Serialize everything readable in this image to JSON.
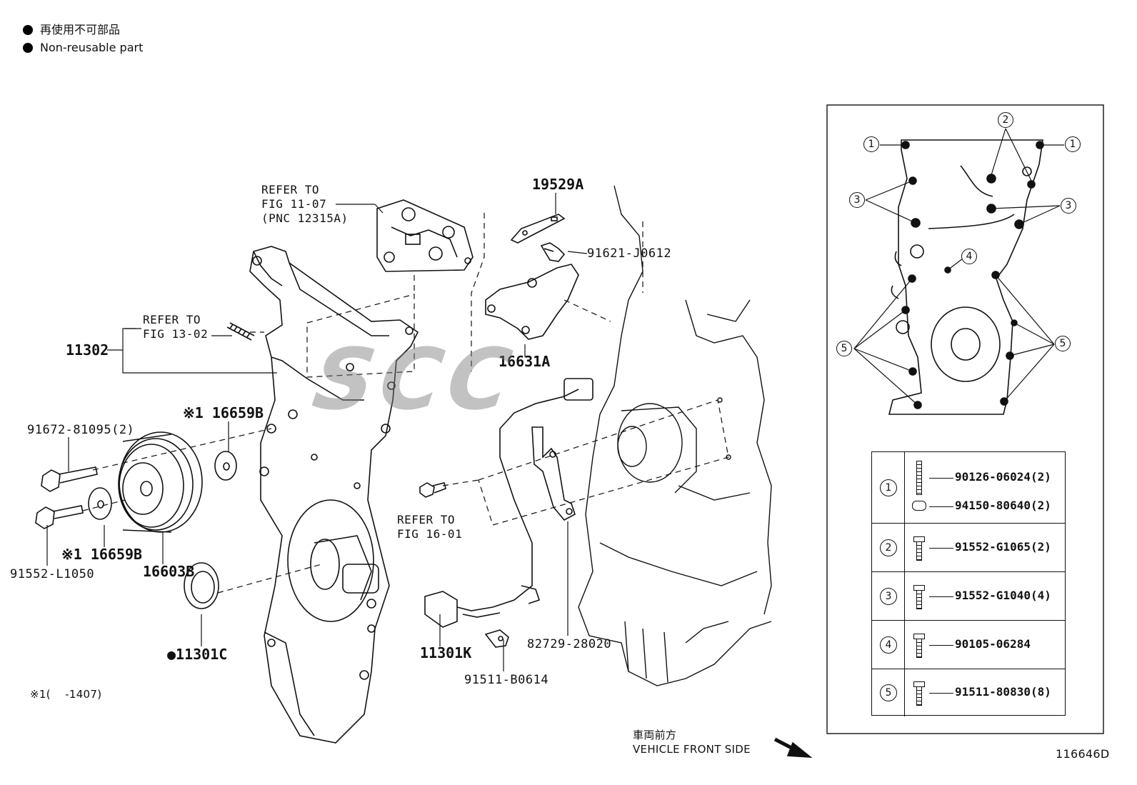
{
  "legend": {
    "jp": "再使用不可部品",
    "en": "Non-reusable part"
  },
  "labels": {
    "refer_11_07": "REFER TO\nFIG 11-07\n(PNC 12315A)",
    "refer_13_02": "REFER TO\nFIG 13-02",
    "refer_16_01": "REFER TO\nFIG 16-01",
    "p19529A": "19529A",
    "p91621": "91621-J0612",
    "p11302": "11302",
    "p16631A": "16631A",
    "p16659B_top": "※1 16659B",
    "p91672": "91672-81095(2)",
    "p16659B_bottom": "※1 16659B",
    "p91552L": "91552-L1050",
    "p16603B": "16603B",
    "p11301C": "●11301C",
    "p11301K": "11301K",
    "p82729": "82729-28020",
    "p91511B": "91511-B0614",
    "footnote": "※1(    -1407)",
    "front_jp": "車両前方",
    "front_en": "VEHICLE FRONT SIDE",
    "figure_id": "116646D"
  },
  "inset": {
    "callouts": [
      "1",
      "2",
      "3",
      "4",
      "5"
    ]
  },
  "bolt_table": [
    {
      "num": "1",
      "parts": [
        "90126-06024(2)",
        "94150-80640(2)"
      ]
    },
    {
      "num": "2",
      "parts": [
        "91552-G1065(2)"
      ]
    },
    {
      "num": "3",
      "parts": [
        "91552-G1040(4)"
      ]
    },
    {
      "num": "4",
      "parts": [
        "90105-06284"
      ]
    },
    {
      "num": "5",
      "parts": [
        "91511-80830(8)"
      ]
    }
  ],
  "watermark": "SCC"
}
